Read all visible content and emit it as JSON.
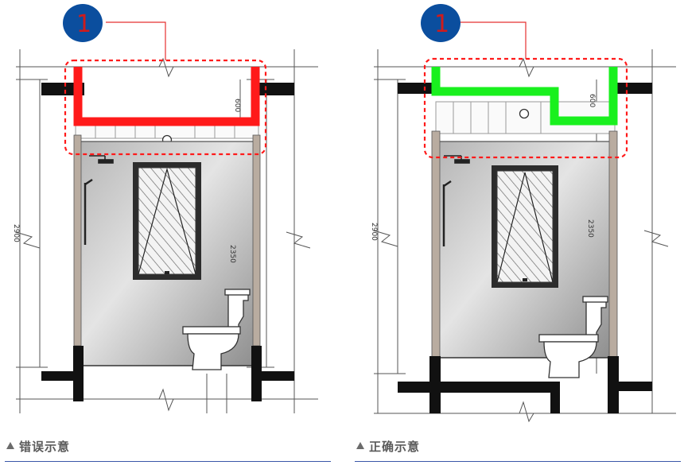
{
  "panels": {
    "wrong": {
      "caption": "错误示意",
      "badge": "1",
      "dim_outer": "2900",
      "dim_inner": "2350",
      "dim_top": "600",
      "outline_color": "#ff1a1a"
    },
    "correct": {
      "caption": "正确示意",
      "badge": "1",
      "dim_outer": "2900",
      "dim_inner": "2350",
      "dim_top": "600",
      "outline_color": "#19f01e"
    }
  },
  "colors": {
    "badge_fill": "#0b4e9e",
    "badge_text": "#d01b1b",
    "dash_box": "#ff1a1a",
    "caption_underline": "#3a57a8"
  }
}
